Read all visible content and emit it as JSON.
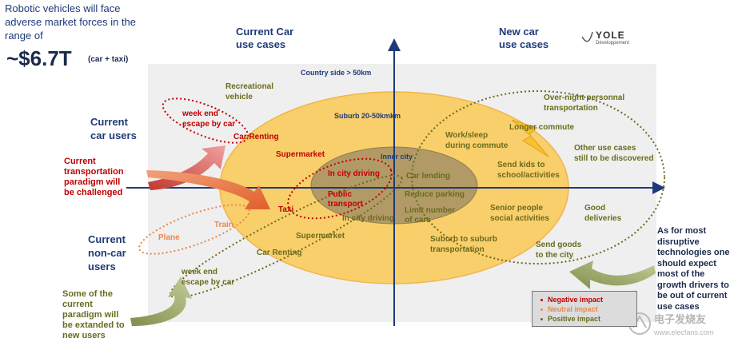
{
  "header": {
    "intro": [
      "Robotic vehicles will face",
      "adverse market forces in the",
      "range of"
    ],
    "amount": "~$6.7T",
    "amount_note": "(car + taxi)",
    "current_title": [
      "Current Car",
      "use cases"
    ],
    "new_title": [
      "New car",
      "use cases"
    ],
    "logo_word": "YOLE",
    "logo_sub": "Développement"
  },
  "side": {
    "current_users": [
      "Current",
      "car users"
    ],
    "paradigm": [
      "Current",
      "transportation",
      "paradigm will",
      "be challenged"
    ],
    "noncar_users": [
      "Current",
      "non-car",
      "users"
    ],
    "extended": [
      "Some of the",
      "current",
      "paradigm will",
      "be extanded to",
      "new users"
    ],
    "disruptive": [
      "As for most",
      "disruptive",
      "technologies one",
      "should expect",
      "most of the",
      "growth drivers to",
      "be out of current",
      "use cases"
    ]
  },
  "zones": {
    "countryside": "Country side > 50km",
    "suburb": "Suburb 20-50kmkm",
    "inner": "Inner city"
  },
  "labels": {
    "recreational": [
      "Recreational",
      "vehicle"
    ],
    "weekend_top": [
      "week end",
      "escape by car"
    ],
    "car_renting_top": "Car Renting",
    "supermarket_top": "Supermarket",
    "in_city_driving_top": "In city driving",
    "public_transport": [
      "Public",
      "transport"
    ],
    "taxi": "Taxi",
    "train": "Train",
    "plane": "Plane",
    "supermarket_bottom": "Supermarket",
    "car_renting_bottom": "Car Renting",
    "in_city_driving_bottom": "In city driving",
    "weekend_bottom": [
      "week end",
      "escape by car"
    ],
    "car_lending": "Car lending",
    "reduce_parking": "Reduce parking",
    "limit_cars": [
      "Limit number",
      "of cars"
    ],
    "work_sleep": [
      "Work/sleep",
      "during commute"
    ],
    "longer_commute": "Longer commute",
    "over_night": [
      "Over-night personnal",
      "transportation"
    ],
    "other_use": [
      "Other use cases",
      "still to be discovered"
    ],
    "send_kids": [
      "Send kids to",
      "school/activities"
    ],
    "senior": [
      "Senior people",
      "social activities"
    ],
    "good_deliveries": [
      "Good",
      "deliveries"
    ],
    "suburb_to_suburb": [
      "Suburb to suburb",
      "transportation"
    ],
    "send_goods": [
      "Send goods",
      "to the city"
    ]
  },
  "legend": {
    "negative": "Negative impact",
    "neutral": "Neutral impact",
    "positive": "Positive impact"
  },
  "watermark": {
    "cn": "电子发烧友",
    "url": "www.elecfans.com"
  },
  "colors": {
    "negative": "#c00000",
    "neutral": "#e8884a",
    "positive": "#6b6b1e",
    "axis": "#1f3a7a",
    "suburb_fill": "#f8cf6a",
    "inner_fill": "#b19a66",
    "background_box": "#efefef"
  }
}
